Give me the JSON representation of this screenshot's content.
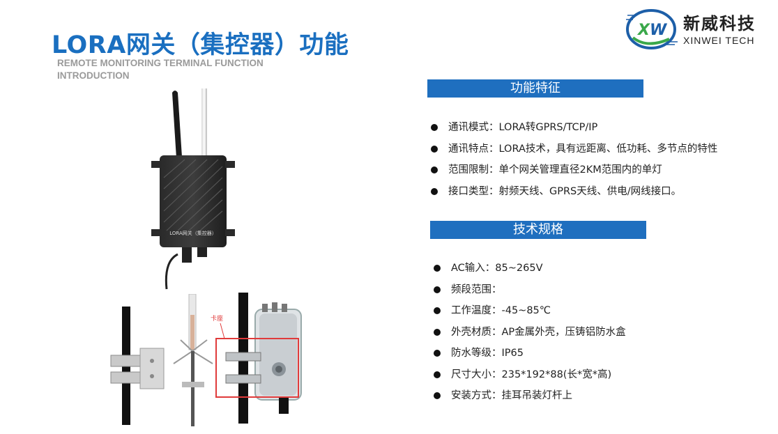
{
  "title": "LORA网关（集控器）功能",
  "subtitle": "REMOTE MONITORING TERMINAL FUNCTION INTRODUCTION",
  "logo": {
    "mark": "XW",
    "name_cn": "新威科技",
    "name_en": "XINWEI TECH"
  },
  "device_label": "LORA网关（集控器）",
  "clamp_label": "卡座",
  "features": {
    "heading": "功能特征",
    "items": [
      "通讯模式：LORA转GPRS/TCP/IP",
      "通讯特点：LORA技术，具有远距离、低功耗、多节点的特性",
      "范围限制：单个网关管理直径2KM范围内的单灯",
      "接口类型：射频天线、GPRS天线、供电/网线接口。"
    ]
  },
  "specs": {
    "heading": "技术规格",
    "items": [
      "AC输入：85~265V",
      "频段范围：",
      "工作温度：-45~85℃",
      "外壳材质：AP金属外壳，压铸铝防水盒",
      "防水等级：IP65",
      "尺寸大小：235*192*88(长*宽*高)",
      "安装方式：挂耳吊装灯杆上"
    ]
  },
  "colors": {
    "title": "#1a6fc0",
    "bar": "#1f6fbf",
    "logo_green": "#3aa84a",
    "logo_blue": "#1d5fa8"
  }
}
